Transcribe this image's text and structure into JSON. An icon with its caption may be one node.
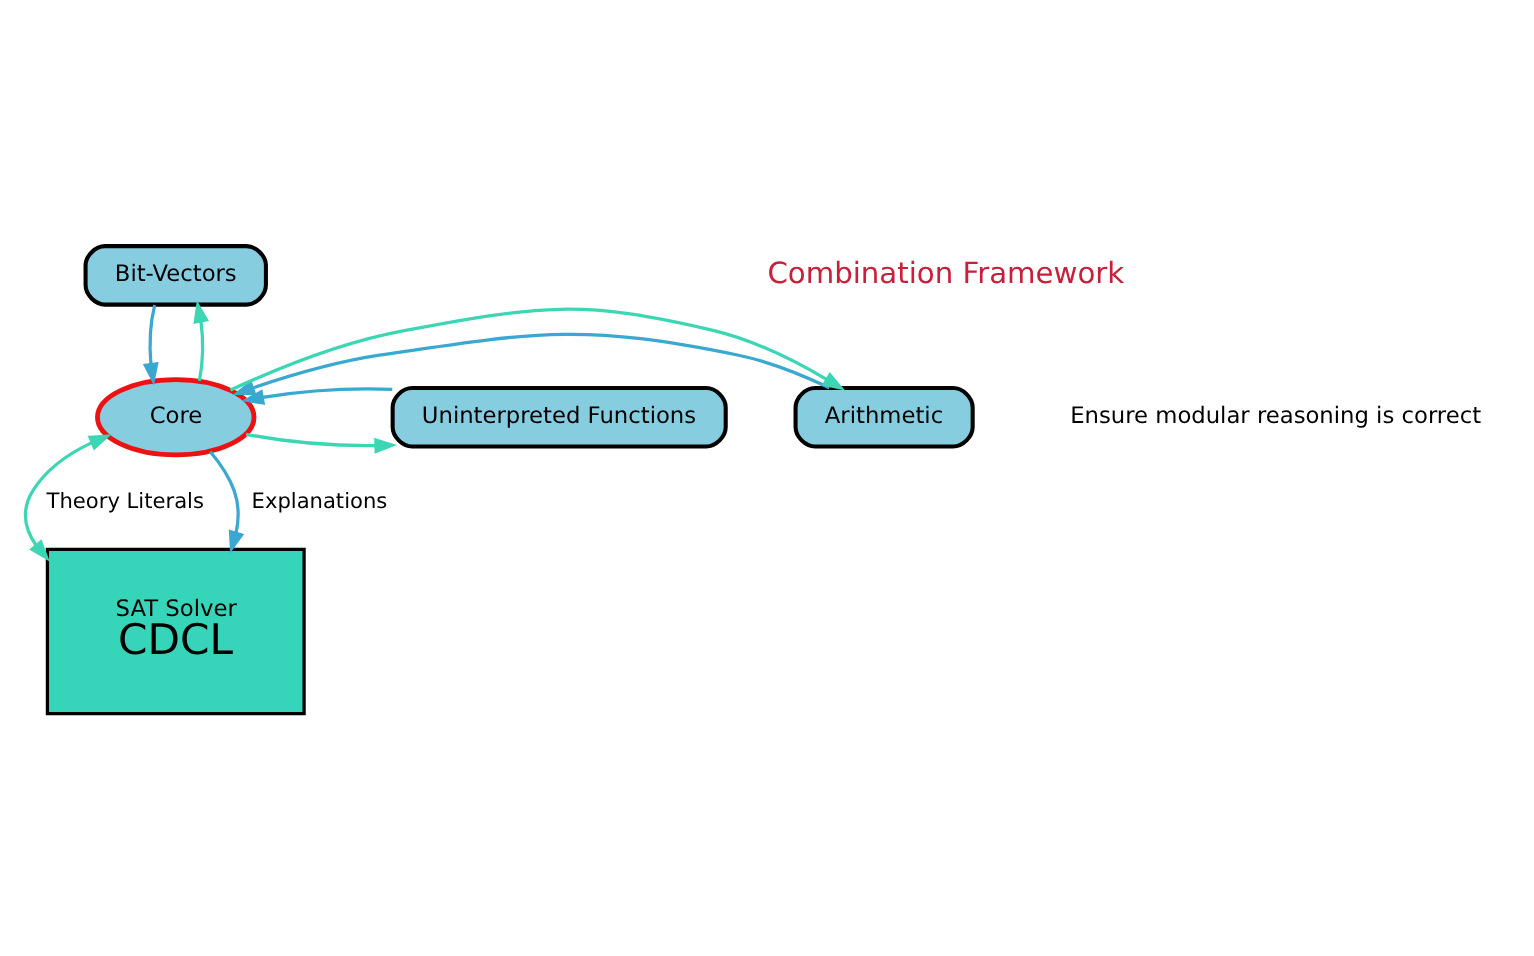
{
  "diagram": {
    "nodes": [
      {
        "text": [
          "Bit-Vectors"
        ]
      },
      {
        "text": [
          "Arithmetic"
        ]
      },
      {
        "text": [
          "Core"
        ]
      },
      {
        "text": [
          "Uninterpreted Functions"
        ]
      },
      {
        "text": [
          "SAT Solver",
          "CDCL"
        ]
      }
    ],
    "edges": [
      {
        "from": 2,
        "to": 0,
        "arrow": "to",
        "color": "#3dd6b5"
      },
      {
        "from": 0,
        "to": 2,
        "arrow": "to",
        "color": "#3aa8d0"
      },
      {
        "from": 1,
        "to": 2,
        "arrow": "to",
        "color": "#3aa8d0"
      },
      {
        "from": 2,
        "to": 1,
        "arrow": "to",
        "color": "#3dd6b5"
      },
      {
        "from": 2,
        "to": 3,
        "arrow": "to",
        "color": "#3dd6b5"
      },
      {
        "from": 3,
        "to": 2,
        "arrow": "to",
        "color": "#3aa8d0"
      },
      {
        "from": 2,
        "to": 4,
        "arrow": "both",
        "label": "Theory Literals",
        "color": "#3dd6b5"
      },
      {
        "from": 2,
        "to": 4,
        "arrow": "to",
        "label": "Explanations",
        "color": "#3aa8d0"
      }
    ],
    "labels": [
      "Combination Framework",
      "Ensure modular reasoning is correct"
    ]
  }
}
